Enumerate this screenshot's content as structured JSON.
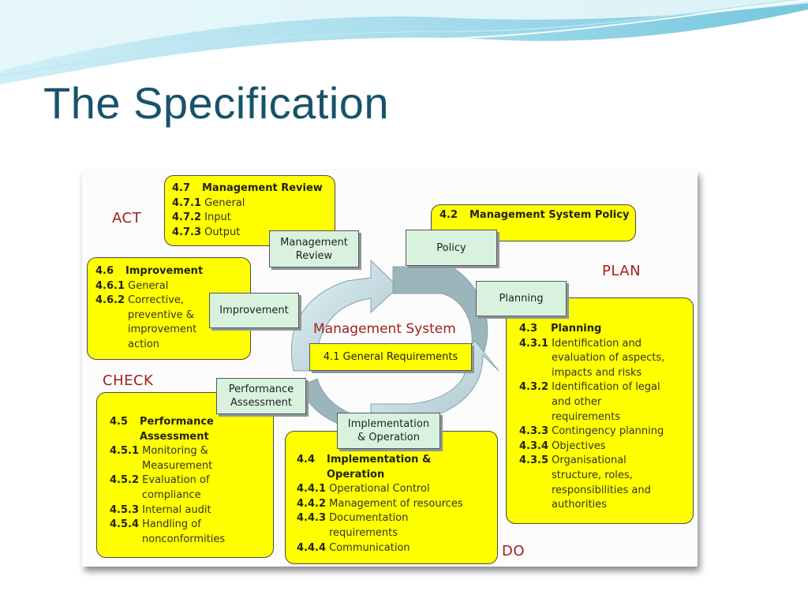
{
  "slide": {
    "title": "The Specification"
  },
  "phases": {
    "act": "ACT",
    "plan": "PLAN",
    "check": "CHECK",
    "do": "DO"
  },
  "center": {
    "label": "Management System"
  },
  "processes": {
    "management_review": [
      "Management",
      "Review"
    ],
    "policy": "Policy",
    "planning": "Planning",
    "improvement": "Improvement",
    "general_requirements": "4.1 General Requirements",
    "performance_assessment": [
      "Performance",
      "Assessment"
    ],
    "implementation_operation": [
      "Implementation",
      "& Operation"
    ]
  },
  "clauses": {
    "management_review": {
      "number": "4.7",
      "title": "Management Review",
      "items": [
        {
          "number": "4.7.1",
          "text": "General"
        },
        {
          "number": "4.7.2",
          "text": "Input"
        },
        {
          "number": "4.7.3",
          "text": "Output"
        }
      ]
    },
    "policy": {
      "number": "4.2",
      "title": "Management System Policy"
    },
    "improvement": {
      "number": "4.6",
      "title": "Improvement",
      "items": [
        {
          "number": "4.6.1",
          "text": "General"
        },
        {
          "number": "4.6.2",
          "text": "Corrective,",
          "cont": [
            "preventive &",
            "improvement",
            "action"
          ]
        }
      ]
    },
    "planning": {
      "number": "4.3",
      "title": "Planning",
      "items": [
        {
          "number": "4.3.1",
          "text": "Identification and",
          "cont": [
            "evaluation of aspects,",
            "impacts and risks"
          ]
        },
        {
          "number": "4.3.2",
          "text": "Identification of legal",
          "cont": [
            "and other",
            "requirements"
          ]
        },
        {
          "number": "4.3.3",
          "text": "Contingency planning"
        },
        {
          "number": "4.3.4",
          "text": "Objectives"
        },
        {
          "number": "4.3.5",
          "text": "Organisational",
          "cont": [
            "structure, roles,",
            "responsibilities and",
            "authorities"
          ]
        }
      ]
    },
    "performance": {
      "number": "4.5",
      "title": [
        "Performance",
        "Assessment"
      ],
      "items": [
        {
          "number": "4.5.1",
          "text": "Monitoring &",
          "cont": [
            "Measurement"
          ]
        },
        {
          "number": "4.5.2",
          "text": "Evaluation of",
          "cont": [
            "compliance"
          ]
        },
        {
          "number": "4.5.3",
          "text": "Internal audit"
        },
        {
          "number": "4.5.4",
          "text": "Handling of",
          "cont": [
            "nonconformities"
          ]
        }
      ]
    },
    "implementation": {
      "number": "4.4",
      "title": [
        "Implementation &",
        "Operation"
      ],
      "items": [
        {
          "number": "4.4.1",
          "text": "Operational Control"
        },
        {
          "number": "4.4.2",
          "text": "Management of resources"
        },
        {
          "number": "4.4.3",
          "text": "Documentation",
          "cont": [
            "requirements"
          ]
        },
        {
          "number": "4.4.4",
          "text": "Communication"
        }
      ]
    }
  },
  "colors": {
    "title": "#17536a",
    "phase": "#a22020",
    "clause_box": "#ffff00",
    "process_box": "#d8f2de",
    "cycle_arrow": "#9bb5bd",
    "cycle_arrow_light": "#cfe9ef"
  }
}
